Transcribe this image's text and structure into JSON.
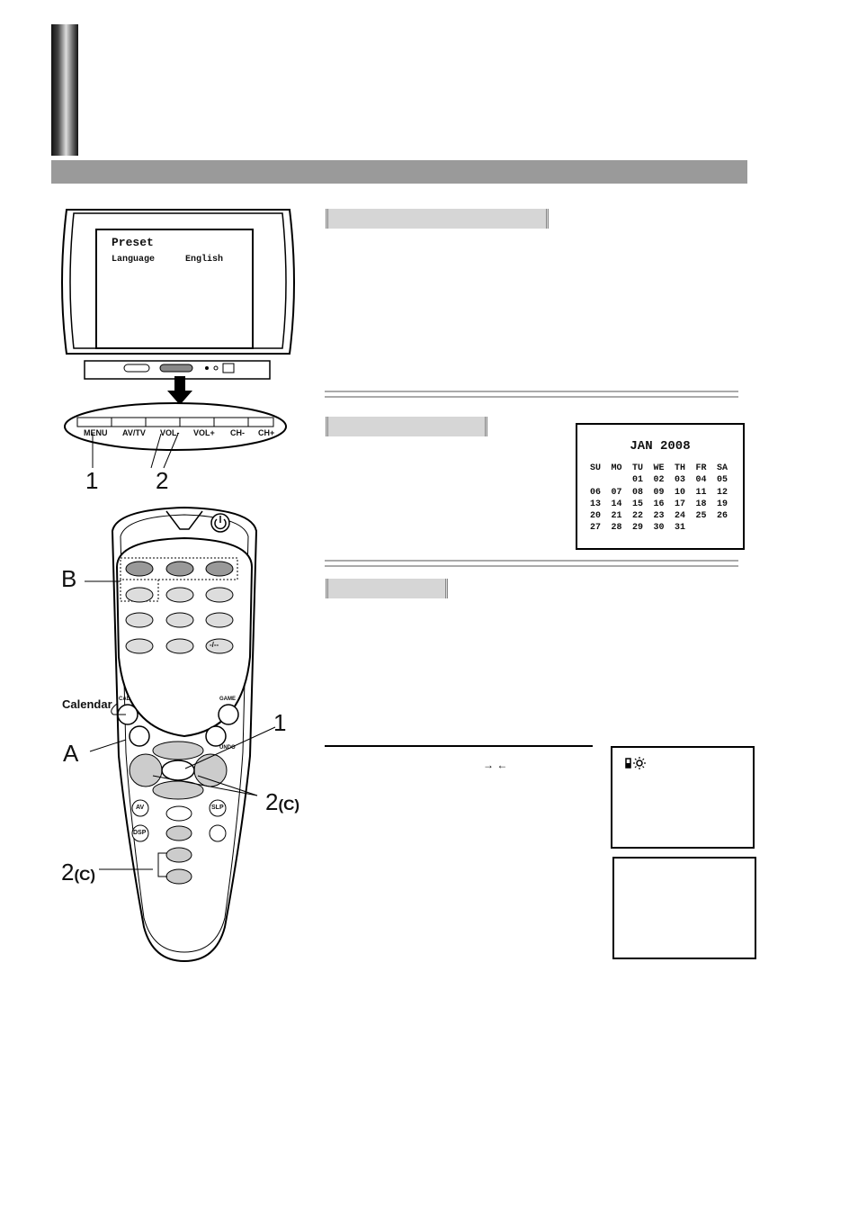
{
  "osd": {
    "title": "Preset",
    "language_label": "Language",
    "language_value": "English"
  },
  "panel_buttons": [
    "MENU",
    "AV/TV",
    "VOL-",
    "VOL+",
    "CH-",
    "CH+"
  ],
  "callouts": {
    "one": "1",
    "two": "2",
    "b": "B",
    "a": "A",
    "two_c": "2",
    "c_suffix": "(C)",
    "calendar": "Calendar"
  },
  "remote_buttons": {
    "cal": "CAL",
    "game": "GAME",
    "undo": "UNDO",
    "av": "AV",
    "slp": "SLP",
    "dsp": "DSP",
    "dash": "-/--"
  },
  "calendar": {
    "title": "JAN 2008",
    "weekdays": [
      "SU",
      "MO",
      "TU",
      "WE",
      "TH",
      "FR",
      "SA"
    ],
    "weeks": [
      [
        "",
        "",
        "01",
        "02",
        "03",
        "04",
        "05"
      ],
      [
        "06",
        "07",
        "08",
        "09",
        "10",
        "11",
        "12"
      ],
      [
        "13",
        "14",
        "15",
        "16",
        "17",
        "18",
        "19"
      ],
      [
        "20",
        "21",
        "22",
        "23",
        "24",
        "25",
        "26"
      ],
      [
        "27",
        "28",
        "29",
        "30",
        "31",
        "",
        ""
      ]
    ]
  },
  "arrows_text": "→ ←"
}
